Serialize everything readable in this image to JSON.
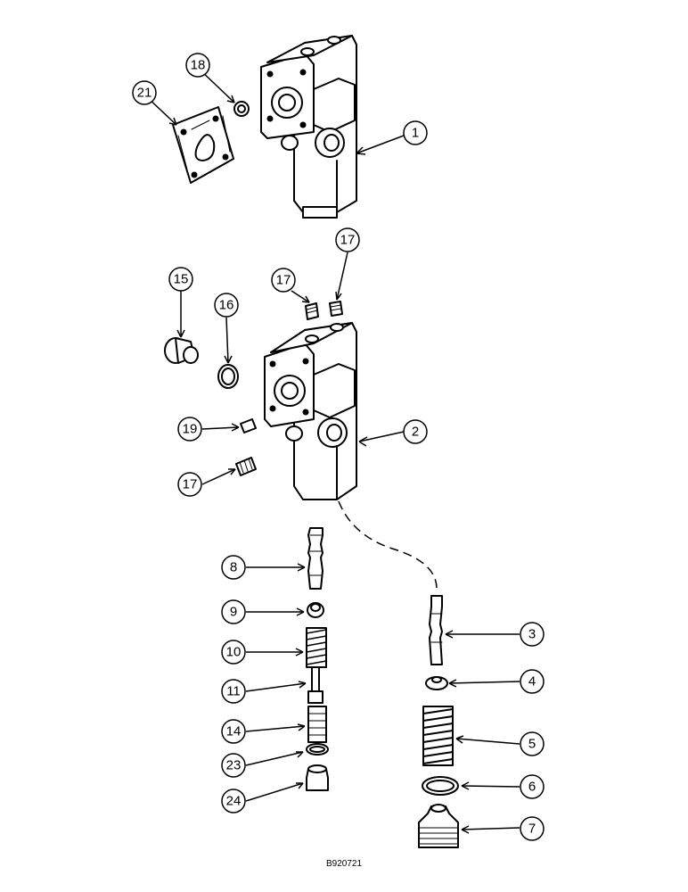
{
  "diagram": {
    "drawing_code": "B920721",
    "callouts": [
      {
        "id": "c1",
        "label": "1"
      },
      {
        "id": "c2",
        "label": "2"
      },
      {
        "id": "c3",
        "label": "3"
      },
      {
        "id": "c4",
        "label": "4"
      },
      {
        "id": "c5",
        "label": "5"
      },
      {
        "id": "c6",
        "label": "6"
      },
      {
        "id": "c7",
        "label": "7"
      },
      {
        "id": "c8",
        "label": "8"
      },
      {
        "id": "c9",
        "label": "9"
      },
      {
        "id": "c10",
        "label": "10"
      },
      {
        "id": "c11",
        "label": "11"
      },
      {
        "id": "c14",
        "label": "14"
      },
      {
        "id": "c15",
        "label": "15"
      },
      {
        "id": "c16",
        "label": "16"
      },
      {
        "id": "c17a",
        "label": "17"
      },
      {
        "id": "c17b",
        "label": "17"
      },
      {
        "id": "c17c",
        "label": "17"
      },
      {
        "id": "c18",
        "label": "18"
      },
      {
        "id": "c19",
        "label": "19"
      },
      {
        "id": "c21",
        "label": "21"
      },
      {
        "id": "c23",
        "label": "23"
      },
      {
        "id": "c24",
        "label": "24"
      }
    ]
  }
}
